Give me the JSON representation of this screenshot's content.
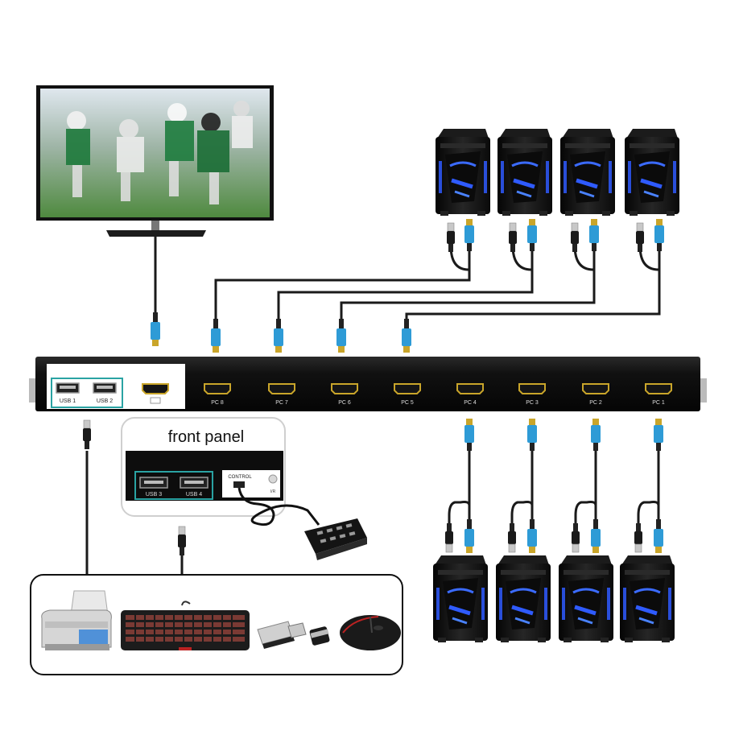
{
  "kvm": {
    "usb_ports": [
      "USB 1",
      "USB 2"
    ],
    "hdmi_ports": [
      "PC 8",
      "PC 7",
      "PC 6",
      "PC 5",
      "PC 4",
      "PC 3",
      "PC 2",
      "PC 1"
    ]
  },
  "front_panel": {
    "title": "front panel",
    "usb_ports": [
      "USB 3",
      "USB 4"
    ],
    "control_label": "CONTROL",
    "ir_label": "I/R"
  },
  "colors": {
    "hdmi_plug": "#2e9bd6",
    "port_gold": "#c9a52a",
    "usb_highlight": "#2aa3a3",
    "case_glow": "#2f5bff",
    "device_black": "#141414"
  },
  "peripherals": [
    "printer-icon",
    "keyboard-icon",
    "usb-flash-drive-icon",
    "mouse-icon"
  ]
}
